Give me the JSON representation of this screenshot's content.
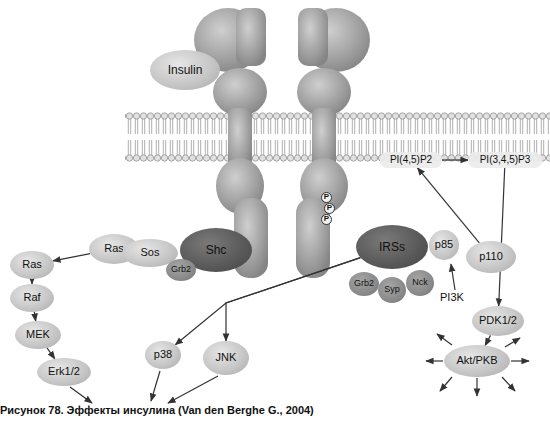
{
  "diagram": {
    "caption": "Рисунок 78. Эффекты инсулина (Van den Berghe G., 2004)",
    "nodes": [
      {
        "text": [
          "Insulin"
        ]
      },
      {
        "text": [
          "P"
        ]
      },
      {
        "text": [
          "P"
        ]
      },
      {
        "text": [
          "P"
        ]
      },
      {
        "text": [
          "PI(4,5)P2"
        ]
      },
      {
        "text": [
          "PI(3,4,5)P3"
        ]
      },
      {
        "text": [
          "Ras"
        ]
      },
      {
        "text": [
          "Sos"
        ]
      },
      {
        "text": [
          "Shc"
        ]
      },
      {
        "text": [
          "Grb2"
        ]
      },
      {
        "text": [
          "IRSs"
        ]
      },
      {
        "text": [
          "p85"
        ]
      },
      {
        "text": [
          "p110"
        ]
      },
      {
        "text": [
          "Ras"
        ]
      },
      {
        "text": [
          "Grb2"
        ]
      },
      {
        "text": [
          "Syp"
        ]
      },
      {
        "text": [
          "Nck"
        ]
      },
      {
        "text": [
          "Raf"
        ]
      },
      {
        "text": [
          "PDK1/2"
        ]
      },
      {
        "text": [
          "MEK"
        ]
      },
      {
        "text": [
          "p38"
        ]
      },
      {
        "text": [
          "JNK"
        ]
      },
      {
        "text": [
          "Akt/PKB"
        ]
      },
      {
        "text": [
          "Erk1/2"
        ]
      }
    ],
    "edges": [
      {
        "from": 6,
        "to": 13,
        "arrow": "to"
      },
      {
        "from": 13,
        "to": 17,
        "arrow": "to"
      },
      {
        "from": 17,
        "to": 19,
        "arrow": "to"
      },
      {
        "from": 19,
        "to": 23,
        "arrow": "to"
      },
      {
        "from": 10,
        "to": 20,
        "arrow": "to"
      },
      {
        "from": 10,
        "to": 21,
        "arrow": "to"
      },
      {
        "from": 12,
        "to": 4,
        "arrow": "to"
      },
      {
        "from": 4,
        "to": 5,
        "arrow": "to"
      },
      {
        "from": 5,
        "to": 18,
        "arrow": "to"
      },
      {
        "from": 18,
        "to": 22,
        "arrow": "to"
      }
    ],
    "labels": [
      "PI3K"
    ]
  }
}
